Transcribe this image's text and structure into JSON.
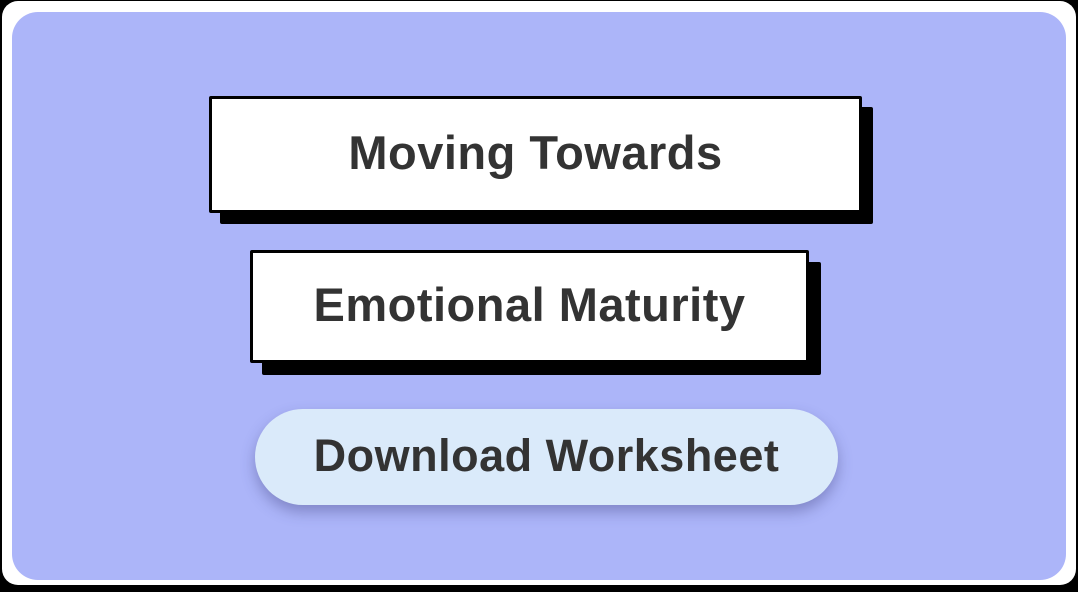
{
  "titles": {
    "line1": "Moving Towards",
    "line2": "Emotional Maturity"
  },
  "button": {
    "label": "Download Worksheet"
  },
  "colors": {
    "card_background": "#ACB5F9",
    "frame_background": "#FFFFFF",
    "title_box_background": "#FFFFFF",
    "title_box_border": "#000000",
    "title_box_shadow": "#000000",
    "button_background": "#DAEAFA",
    "text": "#333333"
  }
}
